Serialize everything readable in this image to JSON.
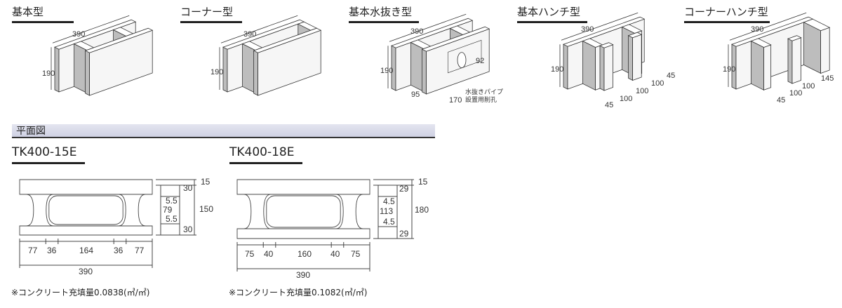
{
  "blocks": [
    {
      "title": "基本型",
      "length": "390",
      "height": "190"
    },
    {
      "title": "コーナー型",
      "length": "390",
      "height": "190"
    },
    {
      "title": "基本水抜き型",
      "length": "390",
      "height": "190",
      "hole_height": "92",
      "hole_offset": "95",
      "hole_width": "170",
      "hole_note_1": "水抜きパイプ",
      "hole_note_2": "設置用削孔"
    },
    {
      "title": "基本ハンチ型",
      "length": "390",
      "height": "190",
      "widths": [
        "45",
        "100",
        "100",
        "100",
        "45"
      ]
    },
    {
      "title": "コーナーハンチ型",
      "length": "390",
      "height": "190",
      "widths": [
        "145",
        "100",
        "100",
        "45"
      ]
    }
  ],
  "section_title": "平面図",
  "plans": [
    {
      "title": "TK400-15E",
      "right_dims": [
        "15",
        "30",
        "5.5",
        "79",
        "5.5",
        "30"
      ],
      "overall_height": "150",
      "bottom_dims": [
        "77",
        "36",
        "164",
        "36",
        "77"
      ],
      "total": "390",
      "note": "※コンクリート充填量0.0838(㎥/㎡)"
    },
    {
      "title": "TK400-18E",
      "right_dims": [
        "15",
        "29",
        "4.5",
        "113",
        "4.5",
        "29"
      ],
      "overall_height": "180",
      "bottom_dims": [
        "75",
        "40",
        "160",
        "40",
        "75"
      ],
      "total": "390",
      "note": "※コンクリート充填量0.1082(㎥/㎡)"
    }
  ]
}
